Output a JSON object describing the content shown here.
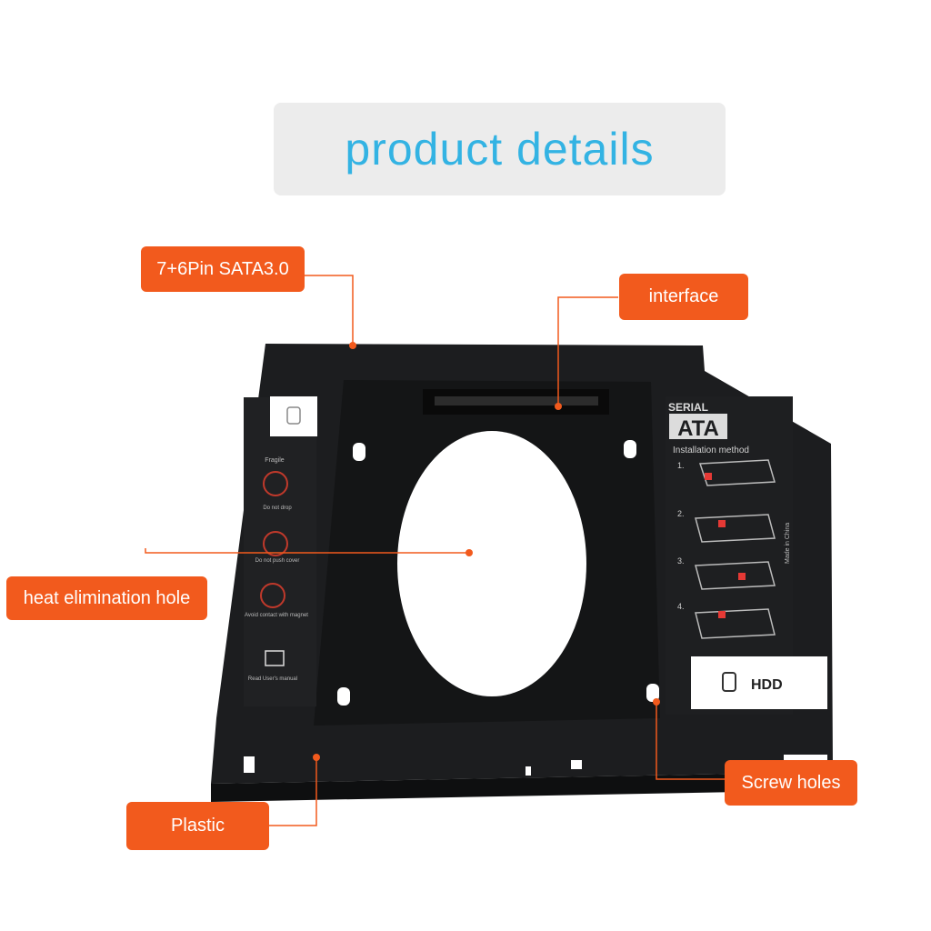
{
  "header": {
    "title": "product details"
  },
  "callouts": {
    "sata": "7+6Pin SATA3.0",
    "interface": "interface",
    "heat": "heat elimination hole",
    "screw": "Screw holes",
    "plastic": "Plastic"
  },
  "caddy": {
    "serial_label": "SERIAL",
    "ata_label": "ATA",
    "install_title": "Installation method",
    "steps": [
      "1.",
      "2.",
      "3.",
      "4."
    ],
    "made_in": "Made in China",
    "hdd_label": "HDD",
    "warnings": [
      "Fragile",
      "Do not drop",
      "Do not push cover",
      "Avoid contact with magnet",
      "Read User's manual"
    ]
  },
  "colors": {
    "accent": "#f25a1d",
    "title": "#33b3e3",
    "caddy": "#1b1c1e"
  }
}
